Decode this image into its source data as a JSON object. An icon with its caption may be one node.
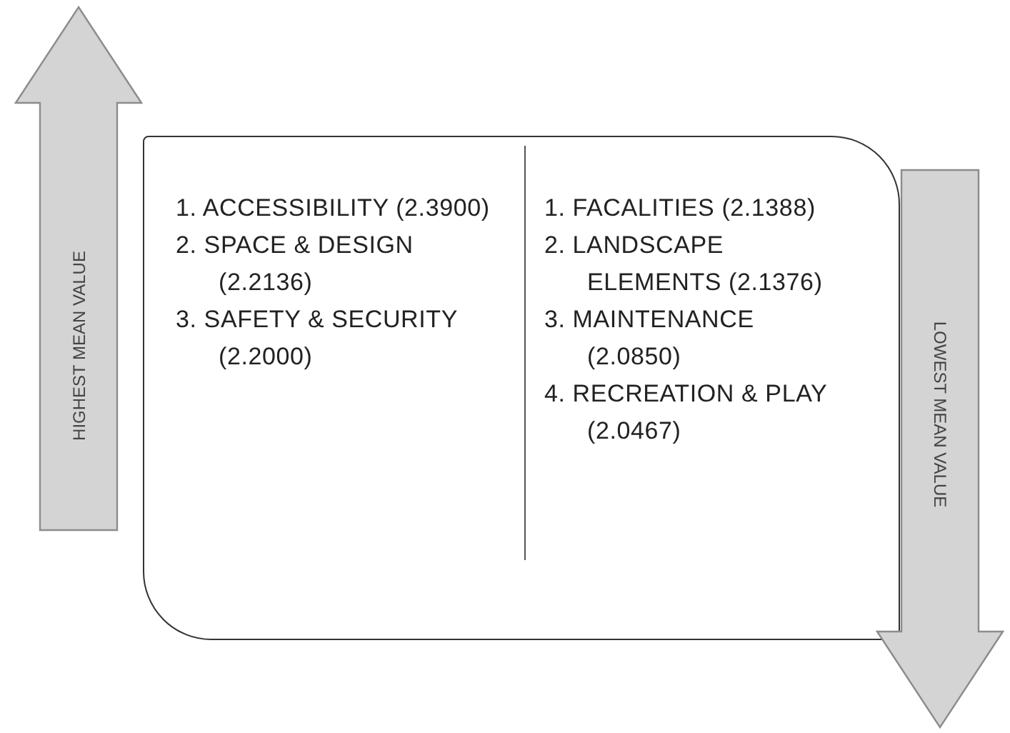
{
  "diagram": {
    "nodes": [
      {
        "text": [
          "HIGHEST MEAN VALUE"
        ]
      },
      {
        "text": [
          "1. ACCESSIBILITY (2.3900)",
          "2. SPACE & DESIGN (2.2136)",
          "3. SAFETY & SECURITY (2.2000)",
          "1. FACALITIES (2.1388)",
          "2. LANDSCAPE ELEMENTS (2.1376)",
          "3. MAINTENANCE (2.0850)",
          "4. RECREATION & PLAY (2.0467)"
        ]
      },
      {
        "text": [
          "LOWEST MEAN VALUE"
        ]
      }
    ]
  }
}
